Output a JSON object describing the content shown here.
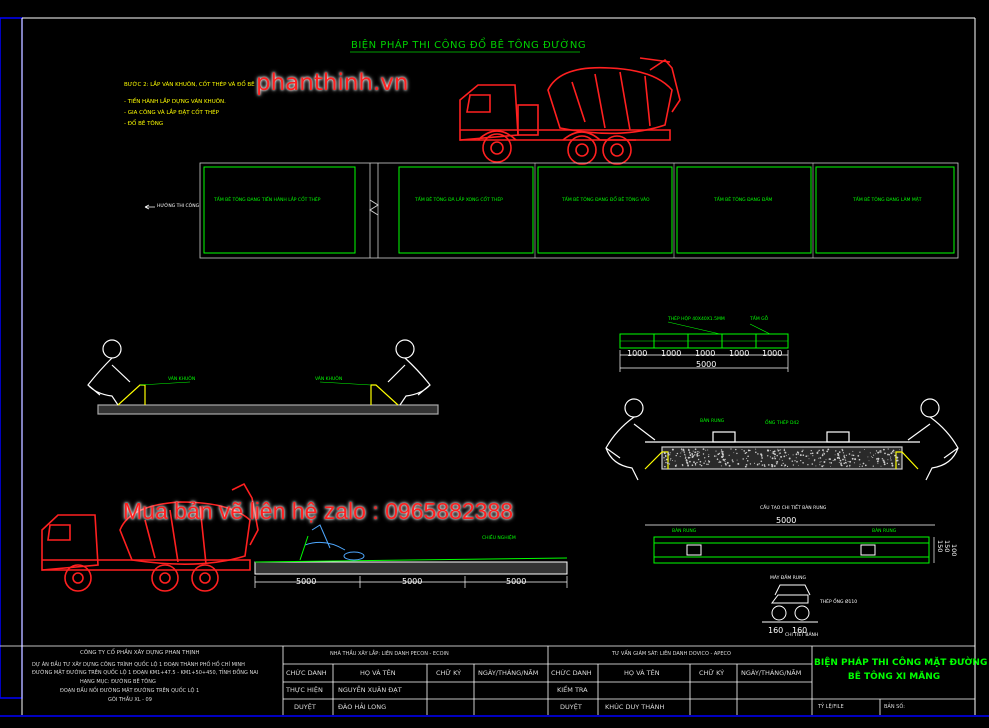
{
  "drawing": {
    "main_title": "BIỆN PHÁP THI CÔNG ĐỔ BÊ TÔNG ĐƯỜNG",
    "step_heading": "BƯỚC 2: LẮP VÁN KHUÔN, CỐT THÉP VÀ ĐỔ BÊ",
    "step_items": [
      "- TIẾN HÀNH LẮP DỰNG VÁN KHUÔN.",
      "- GIA CÔNG VÀ LẮP ĐẶT CỐT THÉP",
      "- ĐỔ BÊ TÔNG"
    ],
    "direction_label": "HƯỚNG THI CÔNG",
    "panels": [
      "TẤM BÊ TÔNG ĐANG TIẾN HÀNH LẮP CỐT THÉP",
      "TẤM BÊ TÔNG ĐÃ LẮP XONG CỐT THÉP",
      "TẤM BÊ TÔNG ĐANG ĐỔ BÊ TÔNG VÀO",
      "TẤM BÊ TÔNG ĐANG ĐẦM",
      "TẤM BÊ TÔNG ĐANG LÀM MẶT"
    ],
    "formwork_label_left": "VÁN KHUÔN",
    "formwork_label_right": "VÁN KHUÔN",
    "rebar_mesh_label": "THÉP HỘP 40X40X1.5MM",
    "formwork_top_label": "TẤM GỖ",
    "plank_label_left": "BÀN RUNG",
    "plank_label_right": "ỐNG THÉP D42",
    "detail_label": "CẤU TẠO CHI TIẾT BÀN RUNG",
    "plank_label_a": "BÀN RUNG",
    "plank_label_b": "BÀN RUNG",
    "vibrator_label": "MÁY ĐẦM RUNG",
    "vibrator_sub": "THÉP ỐNG Ø110",
    "vibrator_note": "CHI TIẾT BÁNH",
    "concrete_label": "CHIỀU NGHIỆM",
    "dims_top": [
      "1000",
      "1000",
      "1000",
      "1000",
      "1000"
    ],
    "dim_total": "5000",
    "dim_bench": "5000",
    "dim_side": [
      "150",
      "150",
      "100"
    ],
    "dims_road": [
      "5000",
      "5000",
      "5000"
    ],
    "dims_wheel": [
      "160",
      "160"
    ]
  },
  "watermarks": {
    "site": "phanthinh.vn",
    "contact": "Mua bản vẽ liên hệ zalo : 0965882388"
  },
  "title_block": {
    "company": "CÔNG TY CỔ PHẦN XÂY DỰNG PHAN THỊNH",
    "project_lines": [
      "DỰ ÁN ĐẦU TƯ XÂY DỰNG CÔNG TRÌNH QUỐC LỘ 1 ĐOẠN THÀNH PHỐ HỒ CHÍ MINH",
      "ĐƯỜNG MẶT ĐƯỜNG TRÊN QUỐC LỘ 1 ĐOẠN KM1+47.5 - KM1+50+450, TỈNH ĐỒNG NAI",
      "HẠNG MỤC: ĐƯỜNG BÊ TÔNG",
      "ĐOẠN ĐẤU NỐI ĐƯỜNG MẶT ĐƯỜNG TRÊN QUỐC LỘ 1"
    ],
    "package": "GÓI THẦU XL - 09",
    "contractor_header": "NHÀ THẦU XÂY LẮP: LIÊN DANH PECON - ECOIN",
    "consultant_header": "TƯ VẤN GIÁM SÁT: LIÊN DANH DOVICO - APECO",
    "col_headers": [
      "CHỨC DANH",
      "HỌ VÀ TÊN",
      "CHỮ KÝ",
      "NGÀY/THÁNG/NĂM"
    ],
    "left_rows": [
      {
        "role": "THỰC HIỆN",
        "name": "NGUYỄN XUÂN ĐẠT"
      },
      {
        "role": "DUYỆT",
        "name": "ĐÀO HẢI LONG"
      }
    ],
    "right_rows": [
      {
        "role": "KIỂM TRA",
        "name": ""
      },
      {
        "role": "DUYỆT",
        "name": "KHÚC DUY THÀNH"
      }
    ],
    "sheet_title_1": "BIỆN PHÁP THI CÔNG MẶT ĐƯỜNG",
    "sheet_title_2": "BÊ TÔNG XI MĂNG",
    "file_label": "TỶ LỆ/FILE",
    "sheet_label": "BẢN SỐ:"
  }
}
